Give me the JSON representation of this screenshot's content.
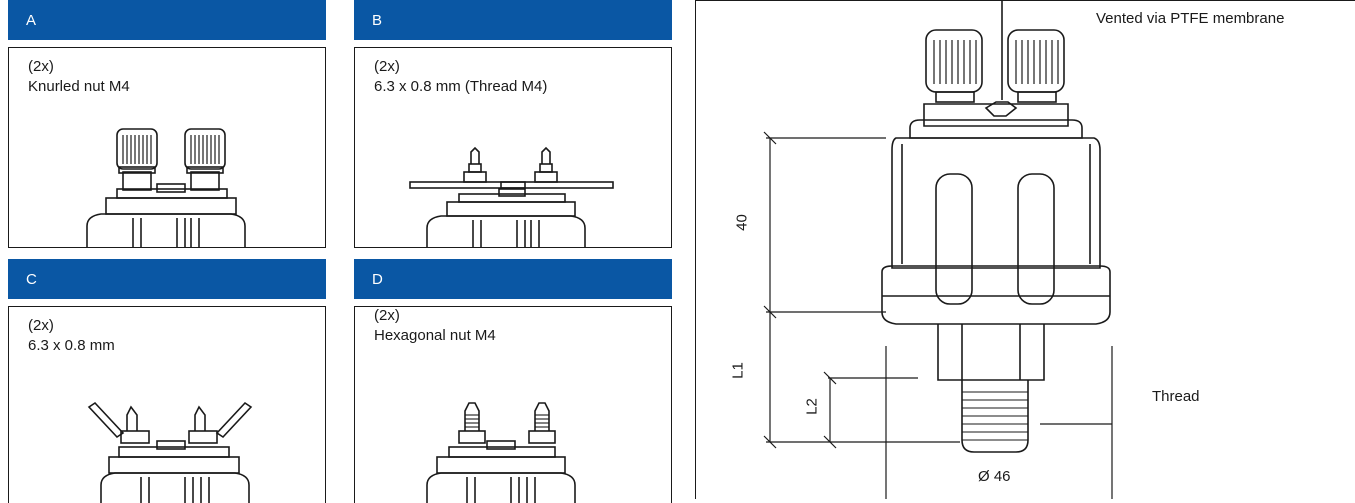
{
  "variants": [
    {
      "header": "A",
      "qty": "(2x)",
      "desc": "Knurled nut M4"
    },
    {
      "header": "B",
      "qty": "(2x)",
      "desc": "6.3 x 0.8 mm (Thread M4)"
    },
    {
      "header": "C",
      "qty": "(2x)",
      "desc": "6.3 x 0.8 mm"
    },
    {
      "header": "D",
      "qty": "(2x)",
      "desc": "Hexagonal nut M4"
    }
  ],
  "main": {
    "note": "Vented via PTFE membrane",
    "dim_40": "40",
    "dim_L1": "L1",
    "dim_L2": "L2",
    "thread": "Thread",
    "diameter": "Ø 46"
  },
  "colors": {
    "header_blue": "#0a57a4",
    "line": "#1a1a1a"
  }
}
